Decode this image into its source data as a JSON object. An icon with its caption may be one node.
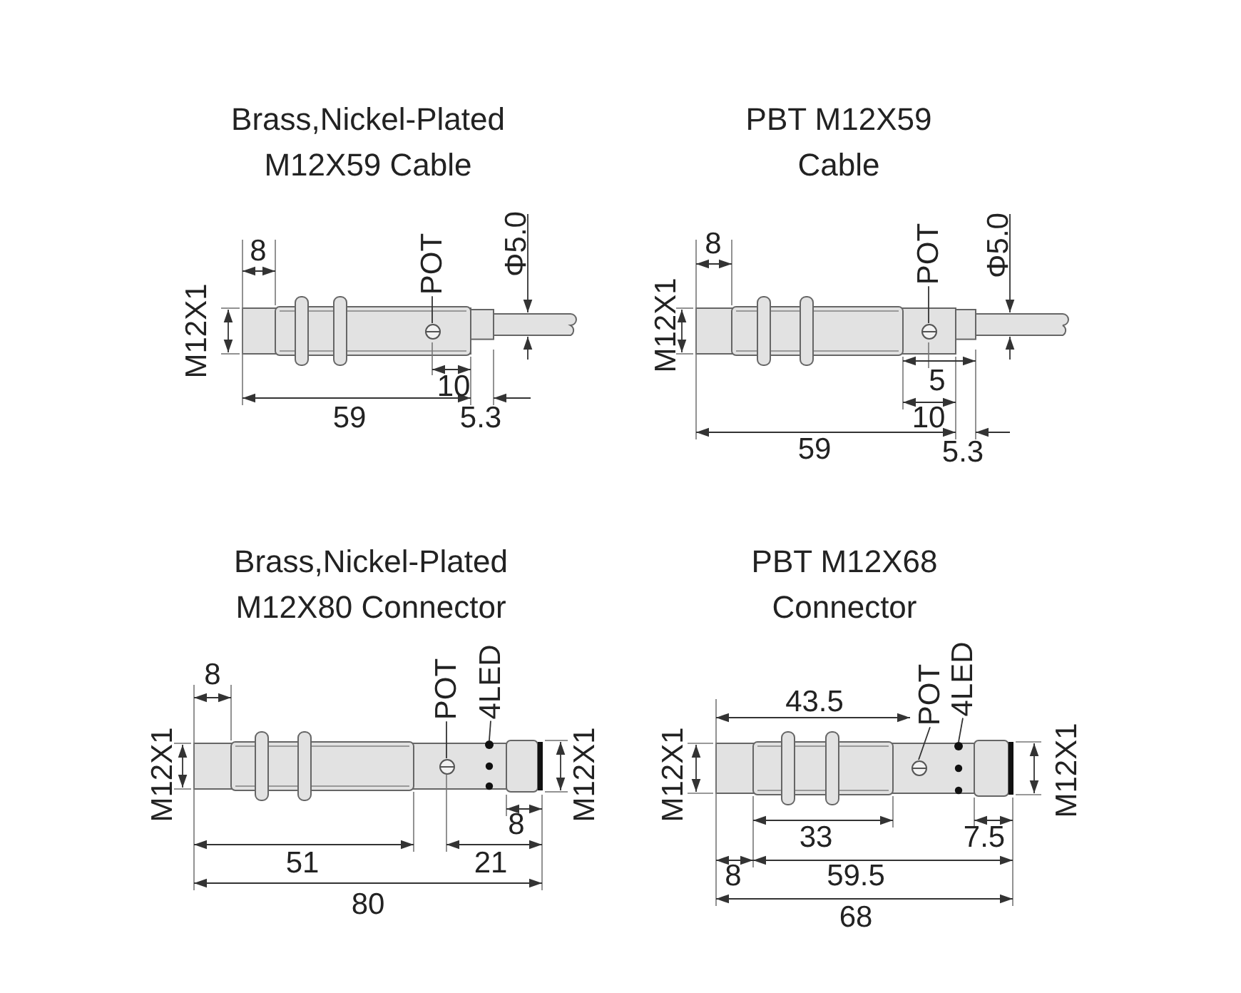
{
  "diagram": {
    "nodes": [
      {
        "text": [
          "POT"
        ]
      },
      {
        "text": [],
        "shape": "circle"
      },
      {
        "text": [
          "POT"
        ]
      },
      {
        "text": [],
        "shape": "circle"
      },
      {
        "text": [
          "POT"
        ]
      },
      {
        "text": [
          "4LED"
        ]
      },
      {
        "text": [],
        "shape": "circle"
      },
      {
        "text": [],
        "shape": "circle"
      },
      {
        "text": [
          "POT"
        ]
      },
      {
        "text": [
          "4LED"
        ]
      },
      {
        "text": [],
        "shape": "circle"
      },
      {
        "text": [],
        "shape": "circle"
      }
    ],
    "edges": [
      {
        "from": 0,
        "to": 1,
        "arrow": "none"
      },
      {
        "from": 2,
        "to": 3,
        "arrow": "none"
      },
      {
        "from": 4,
        "to": 6,
        "arrow": "none"
      },
      {
        "from": 5,
        "to": 7,
        "arrow": "none"
      },
      {
        "from": 8,
        "to": 10,
        "arrow": "none"
      },
      {
        "from": 9,
        "to": 11,
        "arrow": "none"
      }
    ],
    "labels": [
      "Brass,Nickel-Plated M12X59 Cable",
      "PBT M12X59 Cable",
      "8",
      "Φ5.0",
      "M12X1",
      "10",
      "59",
      "5.3",
      "8",
      "Φ5.0",
      "M12X1",
      "5",
      "10",
      "59",
      "5.3",
      "Brass,Nickel-Plated M12X80 Connector",
      "PBT M12X68 Connector",
      "8",
      "M12X1",
      "M12X1",
      "8",
      "51",
      "21",
      "80",
      "43.5",
      "M12X1",
      "M12X1",
      "33",
      "7.5",
      "8",
      "59.5",
      "68"
    ]
  }
}
